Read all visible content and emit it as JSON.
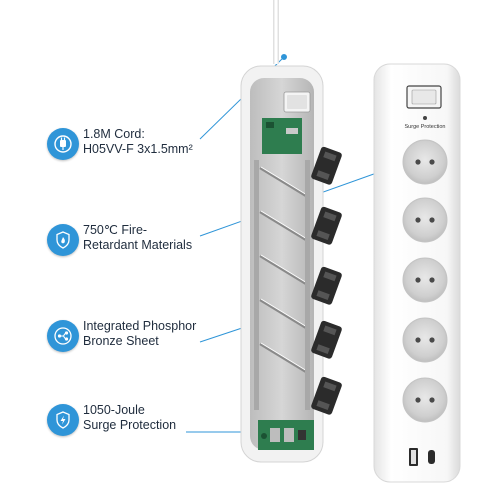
{
  "features": [
    {
      "id": "cord",
      "icon": "plug-icon",
      "lines": [
        "1.8M Cord:",
        "H05VV-F 3x1.5mm²"
      ]
    },
    {
      "id": "fire",
      "icon": "shield-flame-icon",
      "lines": [
        "750℃ Fire-",
        "Retardant Materials"
      ]
    },
    {
      "id": "bronze",
      "icon": "circuit-icon",
      "lines": [
        "Integrated Phosphor",
        "Bronze Sheet"
      ]
    },
    {
      "id": "surge",
      "icon": "lightning-shield-icon",
      "lines": [
        "1050-Joule",
        "Surge Protection"
      ]
    }
  ],
  "product": {
    "surge_label": "Surge Protection",
    "outlet_count": 5,
    "usb_ports": [
      "usb-a-port",
      "usb-c-port"
    ]
  },
  "colors": {
    "accent": "#2f95d8",
    "text": "#1f2c3d",
    "housing": "#f4f4f4",
    "pcb": "#2e7d4f"
  }
}
